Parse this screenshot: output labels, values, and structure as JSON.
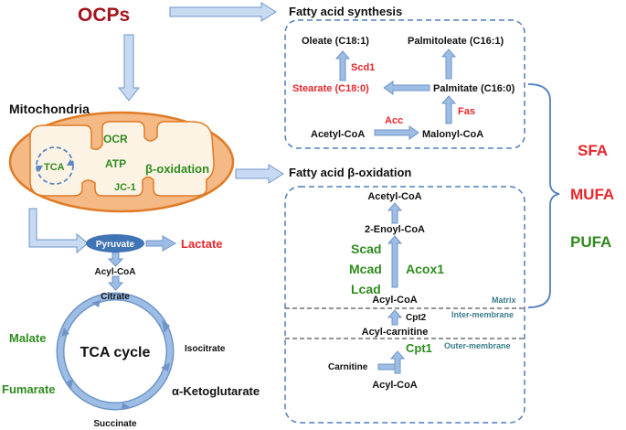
{
  "colors": {
    "red": "#e8262a",
    "dark_red": "#a3141c",
    "green": "#2e8b1e",
    "teal": "#3a7c8c",
    "black": "#111111",
    "arrow_fill": "#9dbde4",
    "arrow_stroke": "#6f95c8",
    "dash_box": "#4f7fbf",
    "mito_outer_fill": "#f4b985",
    "mito_outer_stroke": "#e07b26",
    "mito_inner_fill": "#fdf3e4",
    "pyruvate_fill": "#3f74b5"
  },
  "left": {
    "ocps": "OCPs",
    "mitochondria": "Mitochondria",
    "tca_label": "TCA",
    "ocr": "OCR",
    "atp": "ATP",
    "beta_ox": "β-oxidation",
    "jc1": "JC-1",
    "pyruvate": "Pyruvate",
    "lactate": "Lactate",
    "acyl_coa": "Acyl-CoA",
    "citrate": "Citrate",
    "tca_cycle": "TCA cycle",
    "isocitrate": "Isocitrate",
    "aketo": "α-Ketoglutarate",
    "succinate": "Succinate",
    "fumarate": "Fumarate",
    "malate": "Malate"
  },
  "synthesis": {
    "title": "Fatty acid synthesis",
    "oleate": "Oleate (C18:1)",
    "palmitoleate": "Palmitoleate (C16:1)",
    "scd1": "Scd1",
    "stearate": "Stearate (C18:0)",
    "palmitate": "Palmitate (C16:0)",
    "fas": "Fas",
    "acc": "Acc",
    "acetyl_coa": "Acetyl-CoA",
    "malonyl_coa": "Malonyl-CoA"
  },
  "oxidation": {
    "title": "Fatty acid β-oxidation",
    "acetyl_coa": "Acetyl-CoA",
    "enoyl_coa": "2-Enoyl-CoA",
    "scad": "Scad",
    "mcad": "Mcad",
    "lcad": "Lcad",
    "acox1": "Acox1",
    "acyl_coa": "Acyl-CoA",
    "matrix": "Matrix",
    "cpt2": "Cpt2",
    "inter_membrane": "Inter-membrane",
    "acyl_carnitine": "Acyl-carnitine",
    "outer_membrane": "Outer-membrane",
    "cpt1": "Cpt1",
    "carnitine": "Carnitine",
    "acyl_coa_bottom": "Acyl-CoA"
  },
  "right": {
    "sfa": "SFA",
    "mufa": "MUFA",
    "pufa": "PUFA"
  }
}
